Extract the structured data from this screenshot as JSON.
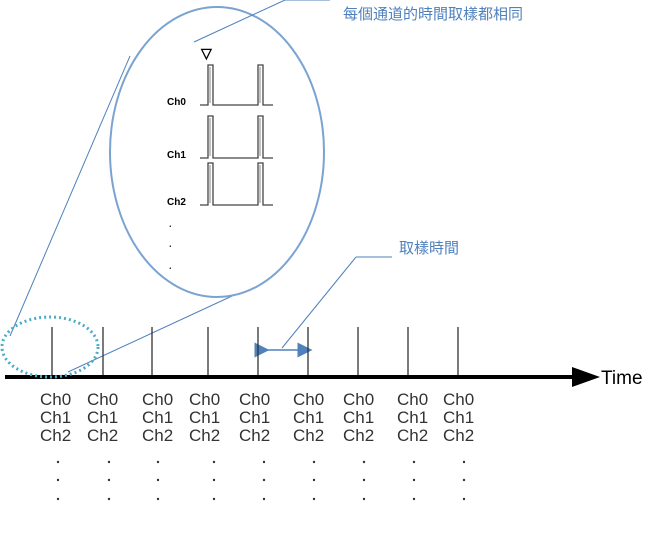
{
  "callouts": {
    "same_sampling": "每個通道的時間取樣都相同",
    "sampling_time": "取樣時間"
  },
  "axis": {
    "label": "Time"
  },
  "channel_stack": [
    "Ch0",
    "Ch1",
    "Ch2"
  ],
  "inset": {
    "channels": [
      "Ch0",
      "Ch1",
      "Ch2"
    ],
    "trigger_marker": "▽",
    "ellipsis": [
      "·",
      "·",
      "·"
    ]
  },
  "stacks_count": 9,
  "colors": {
    "accent": "#4f81bd",
    "dotted": "#4bacc6",
    "axis": "#000000"
  }
}
